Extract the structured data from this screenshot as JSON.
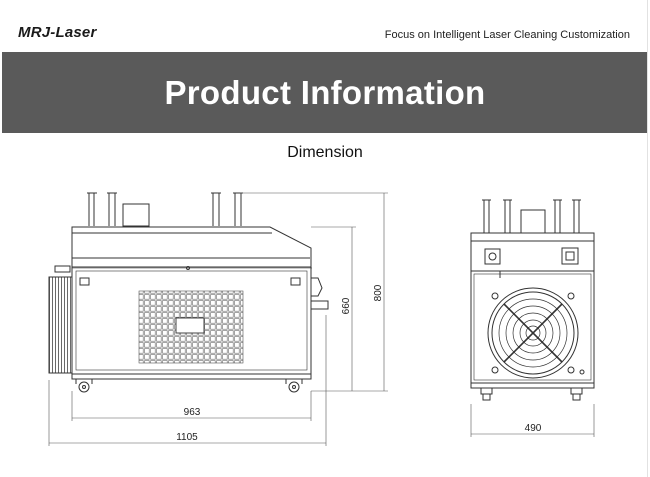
{
  "header": {
    "logo": "MRJ-Laser",
    "tagline": "Focus on Intelligent Laser Cleaning Customization"
  },
  "banner": {
    "title": "Product Information"
  },
  "section": {
    "title": "Dimension"
  },
  "dimensions": {
    "side_inner_width": "963",
    "side_total_width": "1105",
    "side_body_height": "660",
    "side_total_height": "800",
    "front_width": "490"
  },
  "colors": {
    "banner_bg": "#5a5a5a",
    "line": "#333333"
  }
}
